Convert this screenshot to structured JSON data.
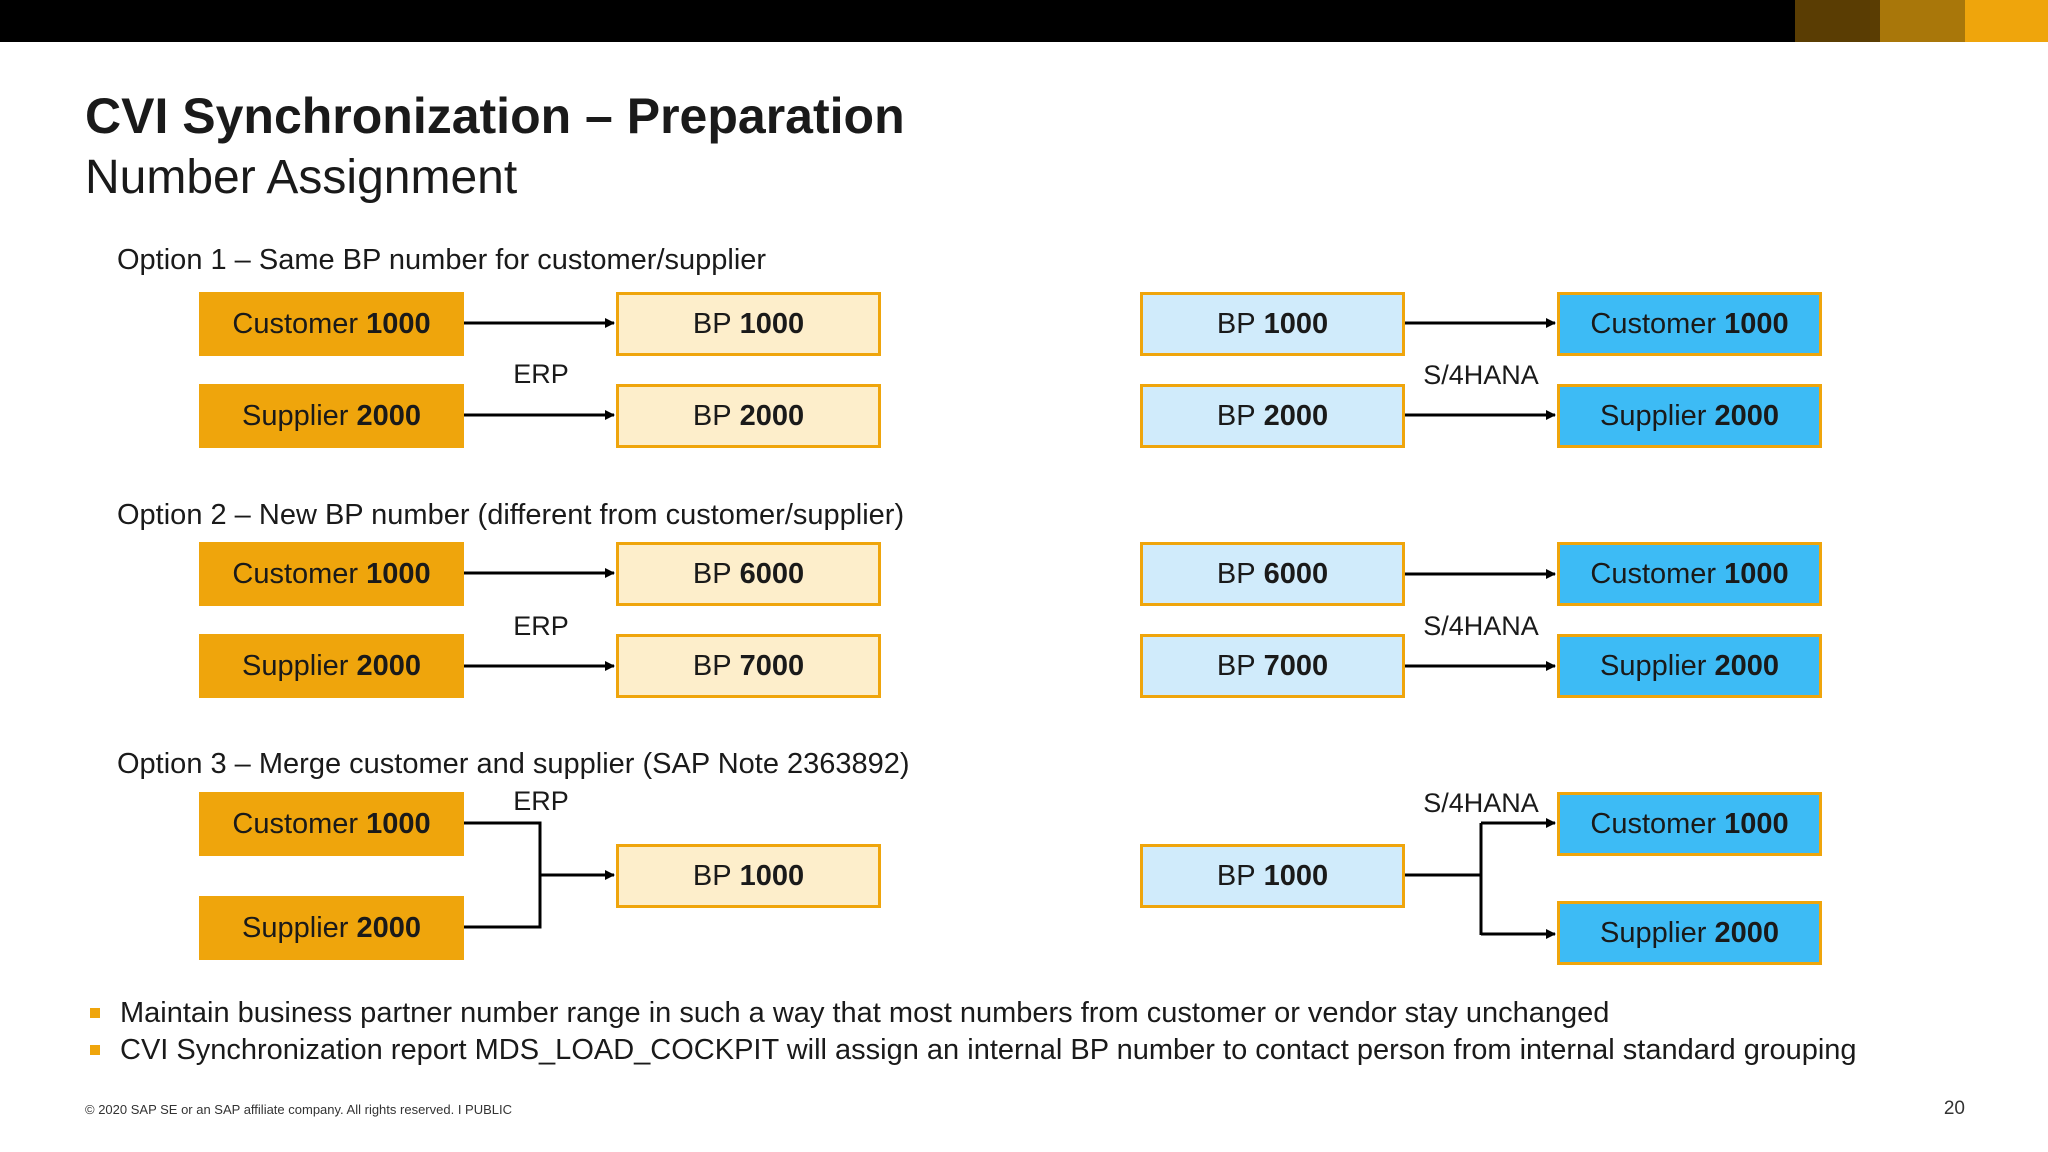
{
  "slide": {
    "title": "CVI Synchronization – Preparation",
    "subtitle": "Number Assignment",
    "page_number": "20",
    "footer": "© 2020 SAP SE or an SAP affiliate company. All rights reserved.  I  PUBLIC"
  },
  "options": [
    {
      "heading": "Option 1 – Same BP number for customer/supplier",
      "erp_label": "ERP",
      "s4_label": "S/4HANA",
      "erp_sources": [
        {
          "prefix": "Customer",
          "number": "1000"
        },
        {
          "prefix": "Supplier",
          "number": "2000"
        }
      ],
      "erp_targets": [
        {
          "prefix": "BP",
          "number": "1000"
        },
        {
          "prefix": "BP",
          "number": "2000"
        }
      ],
      "s4_sources": [
        {
          "prefix": "BP",
          "number": "1000"
        },
        {
          "prefix": "BP",
          "number": "2000"
        }
      ],
      "s4_targets": [
        {
          "prefix": "Customer",
          "number": "1000"
        },
        {
          "prefix": "Supplier",
          "number": "2000"
        }
      ]
    },
    {
      "heading": "Option 2 – New BP number (different from customer/supplier)",
      "erp_label": "ERP",
      "s4_label": "S/4HANA",
      "erp_sources": [
        {
          "prefix": "Customer",
          "number": "1000"
        },
        {
          "prefix": "Supplier",
          "number": "2000"
        }
      ],
      "erp_targets": [
        {
          "prefix": "BP",
          "number": "6000"
        },
        {
          "prefix": "BP",
          "number": "7000"
        }
      ],
      "s4_sources": [
        {
          "prefix": "BP",
          "number": "6000"
        },
        {
          "prefix": "BP",
          "number": "7000"
        }
      ],
      "s4_targets": [
        {
          "prefix": "Customer",
          "number": "1000"
        },
        {
          "prefix": "Supplier",
          "number": "2000"
        }
      ]
    },
    {
      "heading": "Option 3 – Merge customer and supplier (SAP Note 2363892)",
      "erp_label": "ERP",
      "s4_label": "S/4HANA",
      "erp_sources": [
        {
          "prefix": "Customer",
          "number": "1000"
        },
        {
          "prefix": "Supplier",
          "number": "2000"
        }
      ],
      "erp_targets": [
        {
          "prefix": "BP",
          "number": "1000"
        }
      ],
      "s4_sources": [
        {
          "prefix": "BP",
          "number": "1000"
        }
      ],
      "s4_targets": [
        {
          "prefix": "Customer",
          "number": "1000"
        },
        {
          "prefix": "Supplier",
          "number": "2000"
        }
      ]
    }
  ],
  "bullets": [
    "Maintain business partner number range in such a way that most numbers from customer or vendor stay unchanged",
    "CVI Synchronization report MDS_LOAD_COCKPIT will assign an internal BP number to contact person from internal standard grouping"
  ],
  "colors": {
    "erp_source_fill": "#efa50c",
    "erp_bp_fill": "#fdeecb",
    "s4_bp_fill": "#d0ebfb",
    "s4_target_fill": "#3dbbf5",
    "box_border": "#efa50c",
    "topbar_accents": [
      "#5a3d03",
      "#a9770a",
      "#efa50c"
    ]
  }
}
